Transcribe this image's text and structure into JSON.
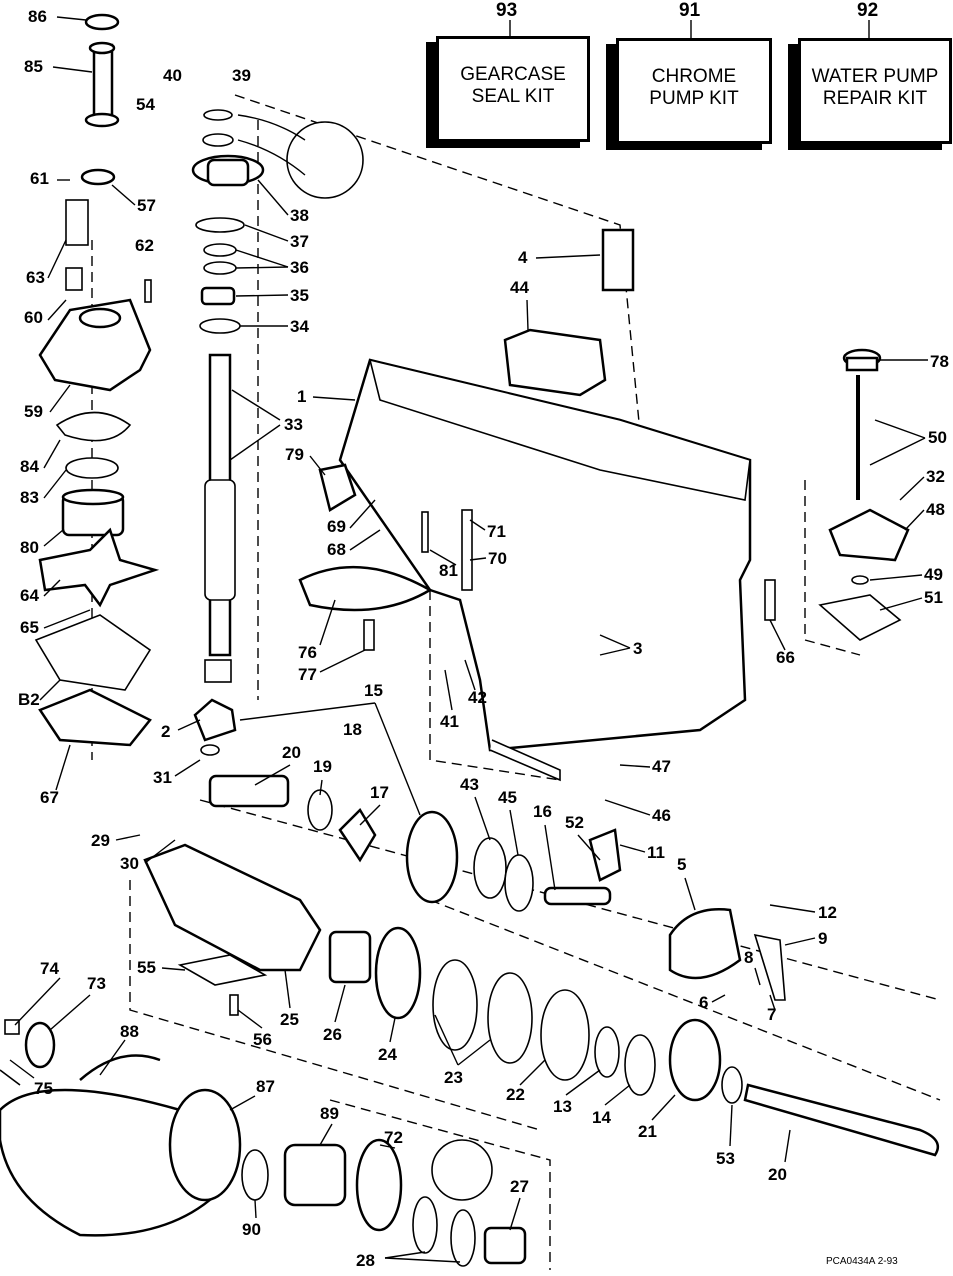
{
  "kits": [
    {
      "number": "93",
      "line1": "GEARCASE",
      "line2": "SEAL KIT"
    },
    {
      "number": "91",
      "line1": "CHROME",
      "line2": "PUMP KIT"
    },
    {
      "number": "92",
      "line1": "WATER PUMP",
      "line2": "REPAIR KIT"
    }
  ],
  "callouts": [
    "86",
    "85",
    "40",
    "39",
    "54",
    "61",
    "57",
    "62",
    "63",
    "60",
    "59",
    "84",
    "83",
    "80",
    "64",
    "65",
    "B2",
    "67",
    "38",
    "37",
    "36",
    "35",
    "34",
    "33",
    "1",
    "4",
    "44",
    "78",
    "50",
    "32",
    "48",
    "49",
    "51",
    "66",
    "79",
    "69",
    "68",
    "81",
    "71",
    "70",
    "76",
    "77",
    "3",
    "41",
    "42",
    "15",
    "18",
    "2",
    "31",
    "20",
    "19",
    "17",
    "43",
    "45",
    "16",
    "52",
    "11",
    "5",
    "12",
    "9",
    "8",
    "6",
    "7",
    "47",
    "46",
    "29",
    "30",
    "25",
    "26",
    "24",
    "55",
    "56",
    "74",
    "73",
    "75",
    "88",
    "87",
    "89",
    "72",
    "90",
    "28",
    "27",
    "23",
    "22",
    "13",
    "14",
    "21",
    "53",
    "20"
  ],
  "caption": "PCA0434A   2-93"
}
